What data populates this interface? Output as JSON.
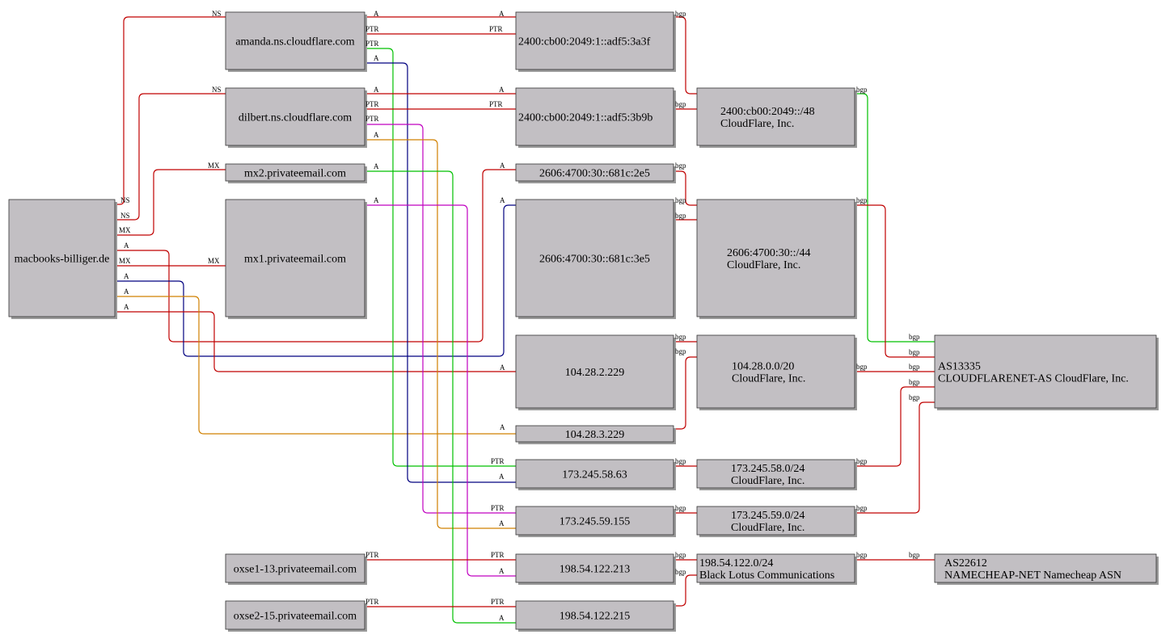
{
  "colors": {
    "red": "#c00000",
    "green": "#00c000",
    "navy": "#000080",
    "magenta": "#c000c0",
    "orange": "#d08000",
    "node_fill": "#c2bfc3"
  },
  "nodes": {
    "domain": {
      "lines": [
        "macbooks-billiger.de"
      ]
    },
    "ns_amanda": {
      "lines": [
        "amanda.ns.cloudflare.com"
      ]
    },
    "ns_dilbert": {
      "lines": [
        "dilbert.ns.cloudflare.com"
      ]
    },
    "mx2": {
      "lines": [
        "mx2.privateemail.com"
      ]
    },
    "mx1": {
      "lines": [
        "mx1.privateemail.com"
      ]
    },
    "oxse1": {
      "lines": [
        "oxse1-13.privateemail.com"
      ]
    },
    "oxse2": {
      "lines": [
        "oxse2-15.privateemail.com"
      ]
    },
    "ip6_3a3f": {
      "lines": [
        "2400:cb00:2049:1::adf5:3a3f"
      ]
    },
    "ip6_3b9b": {
      "lines": [
        "2400:cb00:2049:1::adf5:3b9b"
      ]
    },
    "ip6_2e5": {
      "lines": [
        "2606:4700:30::681c:2e5"
      ]
    },
    "ip6_3e5": {
      "lines": [
        "2606:4700:30::681c:3e5"
      ]
    },
    "ip_104_2": {
      "lines": [
        "104.28.2.229"
      ]
    },
    "ip_104_3": {
      "lines": [
        "104.28.3.229"
      ]
    },
    "ip_173_58": {
      "lines": [
        "173.245.58.63"
      ]
    },
    "ip_173_59": {
      "lines": [
        "173.245.59.155"
      ]
    },
    "ip_198_213": {
      "lines": [
        "198.54.122.213"
      ]
    },
    "ip_198_215": {
      "lines": [
        "198.54.122.215"
      ]
    },
    "pfx_2400": {
      "lines": [
        "2400:cb00:2049::/48",
        "CloudFlare, Inc."
      ]
    },
    "pfx_2606": {
      "lines": [
        "2606:4700:30::/44",
        "CloudFlare, Inc."
      ]
    },
    "pfx_104": {
      "lines": [
        "104.28.0.0/20",
        "CloudFlare, Inc."
      ]
    },
    "pfx_173_58": {
      "lines": [
        "173.245.58.0/24",
        "CloudFlare, Inc."
      ]
    },
    "pfx_173_59": {
      "lines": [
        "173.245.59.0/24",
        "CloudFlare, Inc."
      ]
    },
    "pfx_198": {
      "lines": [
        "198.54.122.0/24",
        "Black Lotus Communications"
      ]
    },
    "as13335": {
      "lines": [
        "AS13335",
        "CLOUDFLARENET-AS CloudFlare, Inc."
      ]
    },
    "as22612": {
      "lines": [
        "AS22612",
        "NAMECHEAP-NET Namecheap ASN"
      ]
    }
  },
  "edges": [
    {
      "from": "domain",
      "to": "ns_amanda",
      "label": "NS",
      "color": "red"
    },
    {
      "from": "domain",
      "to": "ns_dilbert",
      "label": "NS",
      "color": "red"
    },
    {
      "from": "domain",
      "to": "mx2",
      "label": "MX",
      "color": "red"
    },
    {
      "from": "domain",
      "to": "mx1",
      "label": "MX",
      "color": "red"
    },
    {
      "from": "domain",
      "to": "ip6_2e5",
      "label": "A",
      "color": "red"
    },
    {
      "from": "domain",
      "to": "ip6_3e5",
      "label": "A",
      "color": "navy"
    },
    {
      "from": "domain",
      "to": "ip_104_2",
      "label": "A",
      "color": "red"
    },
    {
      "from": "domain",
      "to": "ip_104_3",
      "label": "A",
      "color": "orange"
    },
    {
      "from": "ns_amanda",
      "to": "ip6_3a3f",
      "label": "A",
      "color": "red"
    },
    {
      "from": "ns_amanda",
      "to": "ip6_3a3f",
      "label": "PTR",
      "color": "red"
    },
    {
      "from": "ns_amanda",
      "to": "ip_173_58",
      "label": "PTR",
      "color": "green"
    },
    {
      "from": "ns_amanda",
      "to": "ip_173_58",
      "label": "A",
      "color": "navy"
    },
    {
      "from": "ns_dilbert",
      "to": "ip6_3b9b",
      "label": "A",
      "color": "red"
    },
    {
      "from": "ns_dilbert",
      "to": "ip6_3b9b",
      "label": "PTR",
      "color": "red"
    },
    {
      "from": "ns_dilbert",
      "to": "ip_173_59",
      "label": "PTR",
      "color": "magenta"
    },
    {
      "from": "ns_dilbert",
      "to": "ip_173_59",
      "label": "A",
      "color": "orange"
    },
    {
      "from": "mx2",
      "to": "ip_198_215",
      "label": "A",
      "color": "green"
    },
    {
      "from": "mx1",
      "to": "ip_198_213",
      "label": "A",
      "color": "magenta"
    },
    {
      "from": "oxse1",
      "to": "ip_198_213",
      "label": "PTR",
      "color": "red"
    },
    {
      "from": "oxse2",
      "to": "ip_198_215",
      "label": "PTR",
      "color": "red"
    },
    {
      "from": "ip6_3a3f",
      "to": "pfx_2400",
      "label": "bgp",
      "color": "red"
    },
    {
      "from": "ip6_3b9b",
      "to": "pfx_2400",
      "label": "bgp",
      "color": "red"
    },
    {
      "from": "ip6_2e5",
      "to": "pfx_2606",
      "label": "bgp",
      "color": "red"
    },
    {
      "from": "ip6_3e5",
      "to": "pfx_2606",
      "label": "bgp",
      "color": "red"
    },
    {
      "from": "ip_104_2",
      "to": "pfx_104",
      "label": "bgp",
      "color": "red"
    },
    {
      "from": "ip_104_3",
      "to": "pfx_104",
      "label": "bgp",
      "color": "red"
    },
    {
      "from": "ip_173_58",
      "to": "pfx_173_58",
      "label": "bgp",
      "color": "red"
    },
    {
      "from": "ip_173_59",
      "to": "pfx_173_59",
      "label": "bgp",
      "color": "red"
    },
    {
      "from": "ip_198_213",
      "to": "pfx_198",
      "label": "bgp",
      "color": "red"
    },
    {
      "from": "ip_198_215",
      "to": "pfx_198",
      "label": "bgp",
      "color": "red"
    },
    {
      "from": "pfx_2400",
      "to": "as13335",
      "label": "bgp",
      "color": "green"
    },
    {
      "from": "pfx_2606",
      "to": "as13335",
      "label": "bgp",
      "color": "red"
    },
    {
      "from": "pfx_104",
      "to": "as13335",
      "label": "bgp",
      "color": "red"
    },
    {
      "from": "pfx_173_58",
      "to": "as13335",
      "label": "bgp",
      "color": "red"
    },
    {
      "from": "pfx_173_59",
      "to": "as13335",
      "label": "bgp",
      "color": "red"
    },
    {
      "from": "pfx_198",
      "to": "as22612",
      "label": "bgp",
      "color": "red"
    }
  ]
}
